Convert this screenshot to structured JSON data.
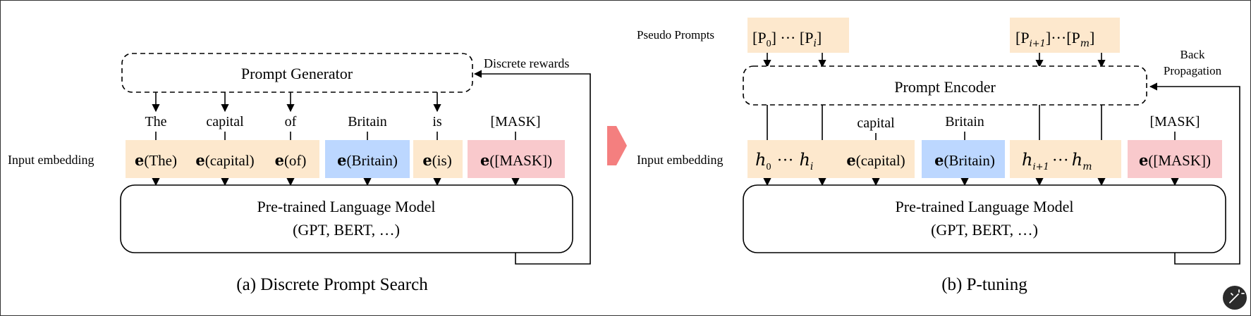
{
  "colors": {
    "orange_fill": "#fde8cd",
    "blue_fill": "#bcd7ff",
    "pink_fill": "#f9c9cc",
    "center_arrow": "#f47f7f",
    "corner_button": "#2b2b2b"
  },
  "icons": {
    "corner_button": "magic-wand-icon",
    "center_arrow": "right-arrow-icon"
  },
  "left": {
    "generator_label": "Prompt Generator",
    "rewards_label": "Discrete rewards",
    "row_label": "Input embedding",
    "tokens": [
      "The",
      "capital",
      "of",
      "Britain",
      "is",
      "[MASK]"
    ],
    "embeddings": [
      "(The)",
      "(capital)",
      "(of)",
      "(Britain)",
      "(is)",
      "([MASK])"
    ],
    "embed_prefix": "e",
    "model_title": "Pre-trained Language Model",
    "model_subtitle": "(GPT, BERT, …)",
    "caption": "(a) Discrete Prompt Search"
  },
  "right": {
    "pseudo_label": "Pseudo Prompts",
    "p_first": {
      "a": "[P",
      "a_sub": "0",
      "dots": "] ··· [P",
      "b_sub": "i",
      "end": "]"
    },
    "p_second": {
      "a": "[P",
      "a_sub": "i+1",
      "dots": "]···[P",
      "b_sub": "m",
      "end": "]"
    },
    "encoder_label": "Prompt Encoder",
    "backprop_line1": "Back",
    "backprop_line2": "Propagation",
    "row_label": "Input embedding",
    "tokens": [
      "capital",
      "Britain",
      "[MASK]"
    ],
    "h_first": {
      "h0": "h",
      "h0_sub": "0",
      "dots": "···",
      "hi": "h",
      "hi_sub": "i"
    },
    "h_second": {
      "h1": "h",
      "h1_sub": "i+1",
      "dots": "···",
      "hm": "h",
      "hm_sub": "m"
    },
    "embeddings": [
      "(capital)",
      "(Britain)",
      "([MASK])"
    ],
    "embed_prefix": "e",
    "model_title": "Pre-trained Language Model",
    "model_subtitle": "(GPT, BERT, …)",
    "caption": "(b) P-tuning"
  }
}
